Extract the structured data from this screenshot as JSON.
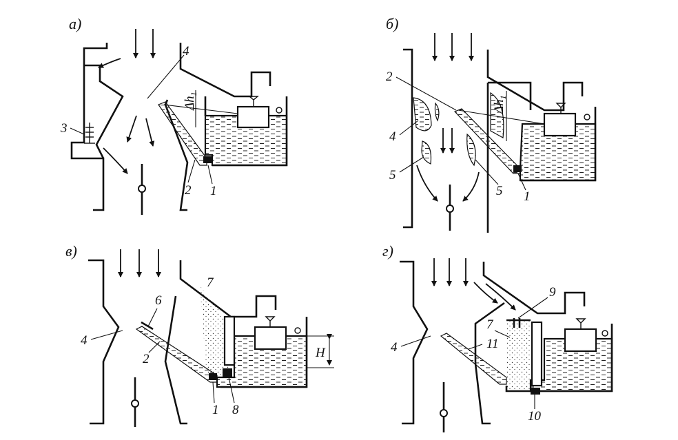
{
  "panels": [
    {
      "id": "a",
      "label": "а)",
      "callouts": [
        "1",
        "2",
        "3",
        "4"
      ],
      "dimension": "Δh",
      "dimension_sub": "1"
    },
    {
      "id": "b",
      "label": "б)",
      "callouts": [
        "1",
        "2",
        "4",
        "5",
        "5"
      ],
      "dimension": "Δh",
      "dimension_sub": "1"
    },
    {
      "id": "v",
      "label": "в)",
      "callouts": [
        "1",
        "2",
        "4",
        "6",
        "7",
        "8"
      ],
      "dimension": "H"
    },
    {
      "id": "g",
      "label": "г)",
      "callouts": [
        "4",
        "7",
        "9",
        "10",
        "11"
      ]
    }
  ],
  "colors": {
    "ink": "#111111",
    "paper": "#ffffff"
  },
  "icons": [
    "down-arrow-icon",
    "throttle-valve-icon",
    "float-valve-icon"
  ]
}
